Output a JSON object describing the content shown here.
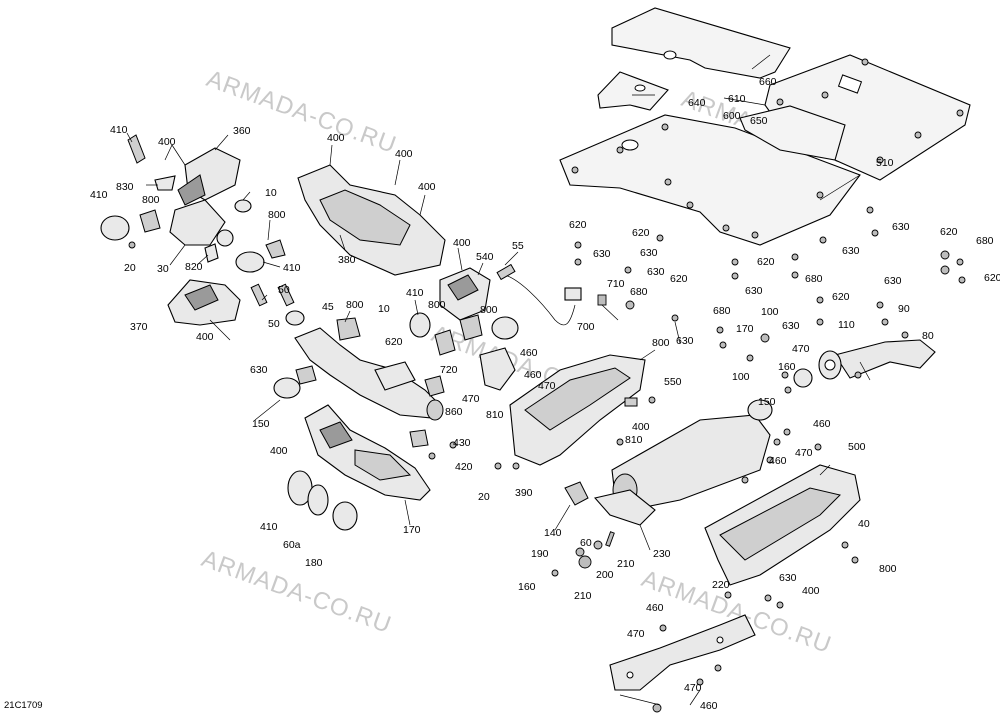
{
  "figure_id": "21C1709",
  "watermark": "ARMADA-CO.RU",
  "callouts": [
    "410",
    "400",
    "360",
    "400",
    "400",
    "400",
    "830",
    "410",
    "800",
    "10",
    "800",
    "20",
    "30",
    "820",
    "410",
    "380",
    "400",
    "370",
    "400",
    "50",
    "50",
    "45",
    "800",
    "10",
    "540",
    "55",
    "410",
    "800",
    "800",
    "710",
    "680",
    "700",
    "510",
    "630",
    "620",
    "630",
    "620",
    "630",
    "660",
    "640",
    "610",
    "600",
    "650",
    "620",
    "630",
    "620",
    "680",
    "630",
    "620",
    "630",
    "680",
    "620",
    "680",
    "630",
    "620",
    "630",
    "100",
    "100",
    "630",
    "90",
    "110",
    "80",
    "170",
    "470",
    "160",
    "150",
    "460",
    "500",
    "470",
    "460",
    "550",
    "800",
    "400",
    "470",
    "460",
    "720",
    "470",
    "460",
    "810",
    "810",
    "20",
    "390",
    "860",
    "430",
    "420",
    "400",
    "410",
    "60a",
    "180",
    "170",
    "150",
    "140",
    "190",
    "160",
    "60",
    "210",
    "210",
    "200",
    "230",
    "220",
    "460",
    "470",
    "470",
    "460",
    "40",
    "800",
    "400",
    "630",
    "620",
    "630"
  ]
}
